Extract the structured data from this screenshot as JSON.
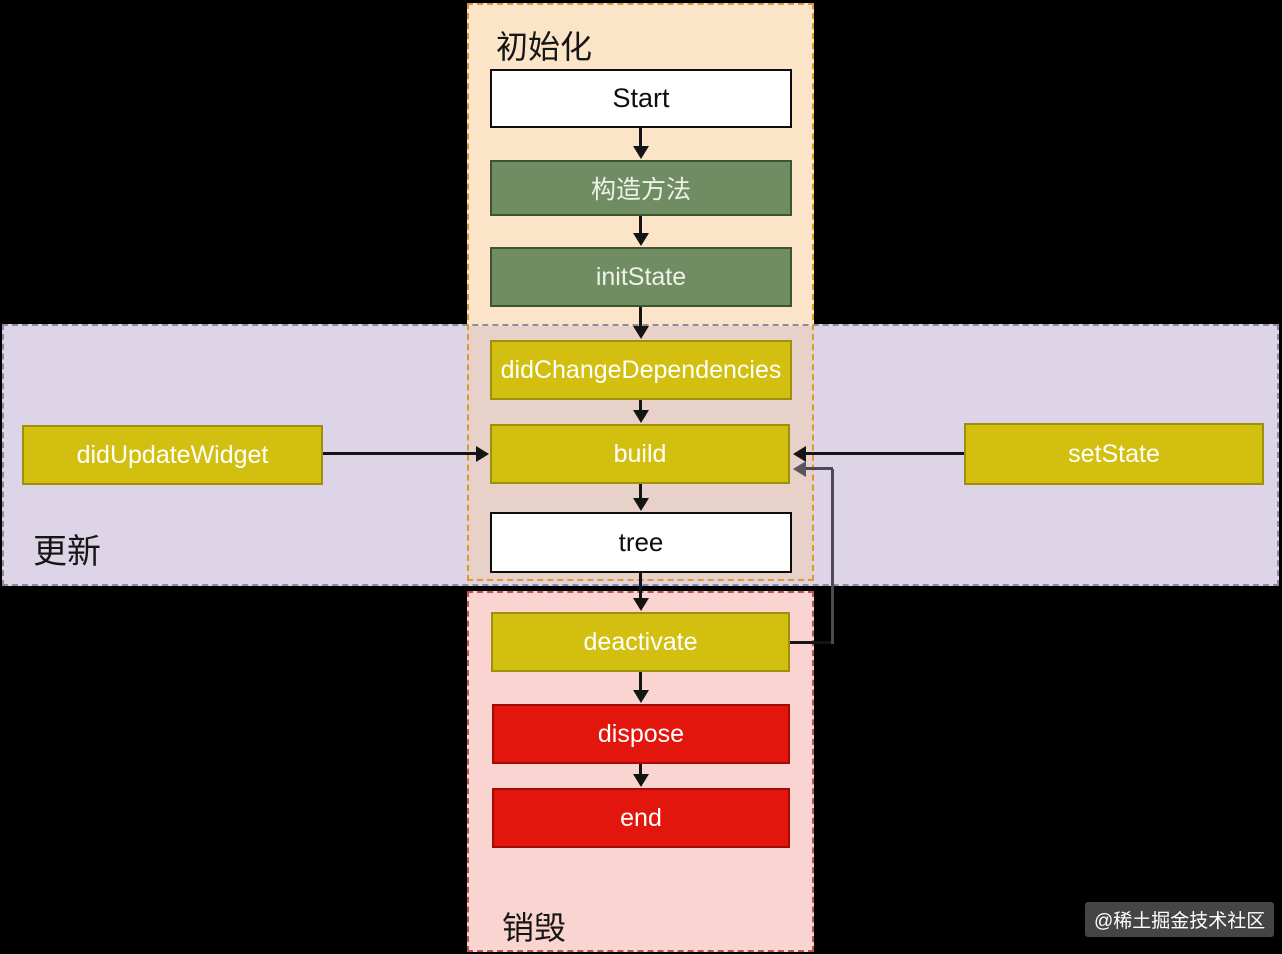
{
  "sections": {
    "init": {
      "label": "初始化"
    },
    "update": {
      "label": "更新"
    },
    "destroy": {
      "label": "销毁"
    }
  },
  "nodes": {
    "start": {
      "label": "Start"
    },
    "constructor": {
      "label": "构造方法"
    },
    "init_state": {
      "label": "initState"
    },
    "did_change_dependencies": {
      "label": "didChangeDependencies"
    },
    "build": {
      "label": "build"
    },
    "tree": {
      "label": "tree"
    },
    "did_update_widget": {
      "label": "didUpdateWidget"
    },
    "set_state": {
      "label": "setState"
    },
    "deactivate": {
      "label": "deactivate"
    },
    "dispose": {
      "label": "dispose"
    },
    "end": {
      "label": "end"
    }
  },
  "edges": [
    {
      "from": "Start",
      "to": "构造方法"
    },
    {
      "from": "构造方法",
      "to": "initState"
    },
    {
      "from": "initState",
      "to": "didChangeDependencies"
    },
    {
      "from": "didChangeDependencies",
      "to": "build"
    },
    {
      "from": "build",
      "to": "tree"
    },
    {
      "from": "tree",
      "to": "deactivate"
    },
    {
      "from": "deactivate",
      "to": "dispose"
    },
    {
      "from": "dispose",
      "to": "end"
    },
    {
      "from": "didUpdateWidget",
      "to": "build"
    },
    {
      "from": "setState",
      "to": "build"
    },
    {
      "from": "deactivate",
      "to": "build"
    }
  ],
  "watermark": {
    "label": "@稀土掘金技术社区"
  },
  "colors": {
    "background": "#000000",
    "init_section_fill": "#FCE4C9",
    "init_section_border": "#D89C2E",
    "update_section_fill": "#DED4E7",
    "update_section_border": "#918A9E",
    "destroy_section_fill": "#F9D4D0",
    "destroy_section_border": "#B25A50",
    "lifecycle_node_fill": "#D3BF0F",
    "lifecycle_node_border": "#9E900A",
    "constructor_node_fill": "#6F8C62",
    "constructor_node_border": "#3D5431",
    "destroy_node_fill": "#E2160D",
    "destroy_node_border": "#A50B05",
    "terminal_node_fill": "#FFFFFF",
    "terminal_node_border": "#0D0D0D"
  }
}
